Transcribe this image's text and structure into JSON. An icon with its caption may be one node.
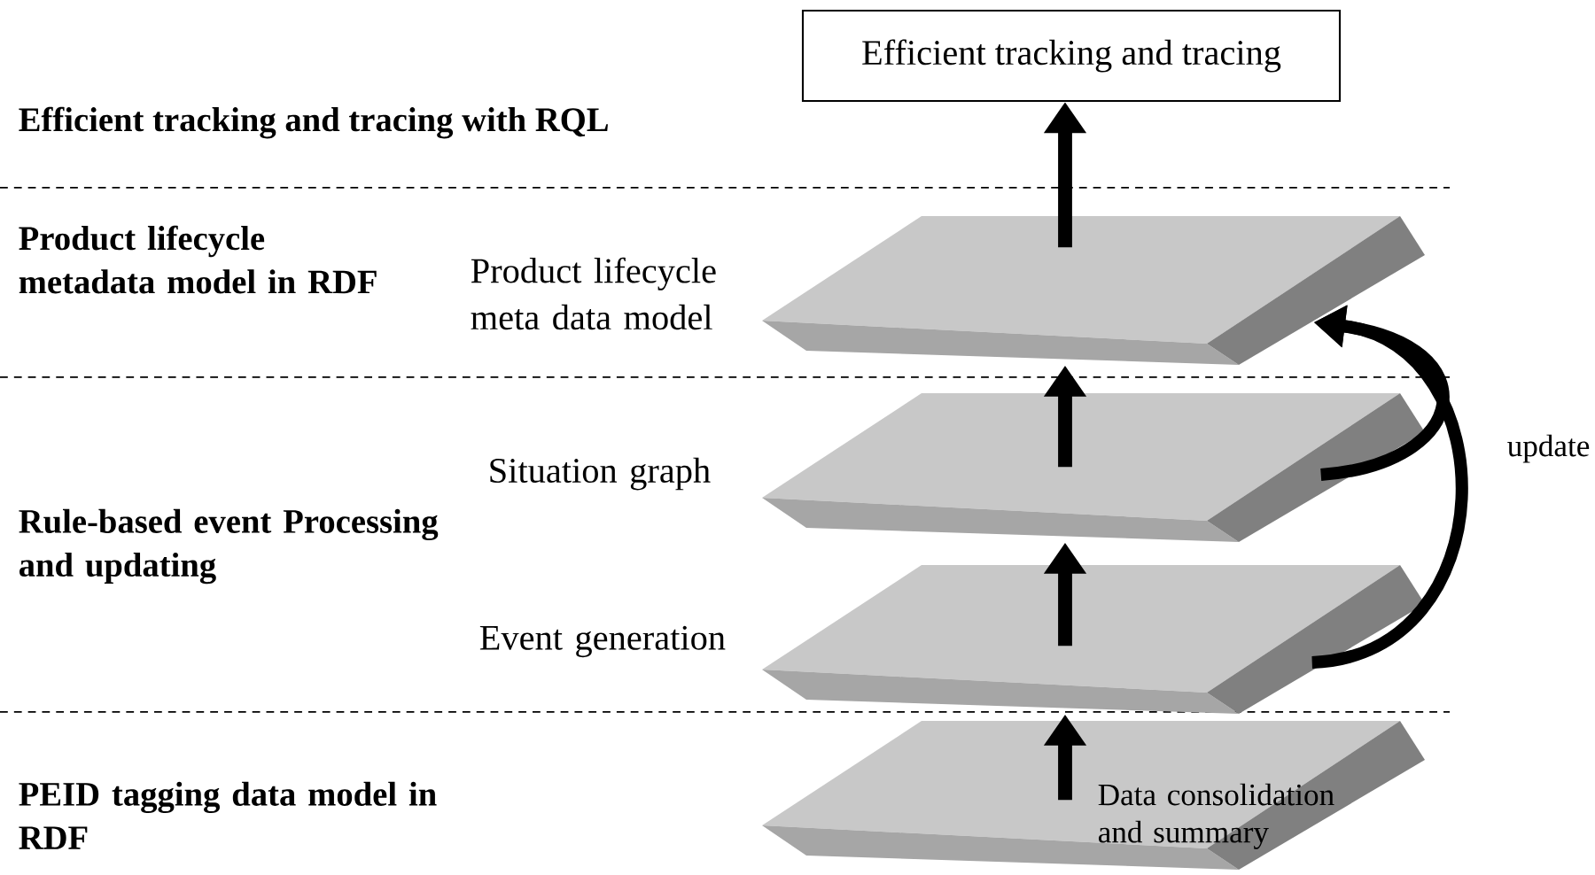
{
  "diagram": {
    "nodes": [
      {
        "text": [
          "Efficient tracking and tracing"
        ]
      },
      {
        "text": [],
        "shape": "box",
        "beside": [
          "Product lifecycle meta data model"
        ]
      },
      {
        "text": [],
        "shape": "box",
        "beside": [
          "Situation graph"
        ]
      },
      {
        "text": [],
        "shape": "box",
        "beside": [
          "Event generation"
        ]
      },
      {
        "text": [],
        "shape": "box"
      }
    ],
    "edges": [
      {
        "from": 1,
        "to": 0,
        "arrow": "to"
      },
      {
        "from": 2,
        "to": 1,
        "arrow": "to"
      },
      {
        "from": 3,
        "to": 2,
        "arrow": "to"
      },
      {
        "from": 4,
        "to": 3,
        "arrow": "to",
        "label": "Data consolidation and summary"
      },
      {
        "from": 2,
        "to": 1,
        "arrow": "to"
      },
      {
        "from": 3,
        "to": 1,
        "arrow": "to",
        "label": "update"
      }
    ],
    "labels": [
      "Efficient tracking and tracing with RQL",
      "Product lifecycle metadata model in RDF",
      "Rule-based event Processing and updating",
      "PEID tagging data model in RDF"
    ]
  }
}
